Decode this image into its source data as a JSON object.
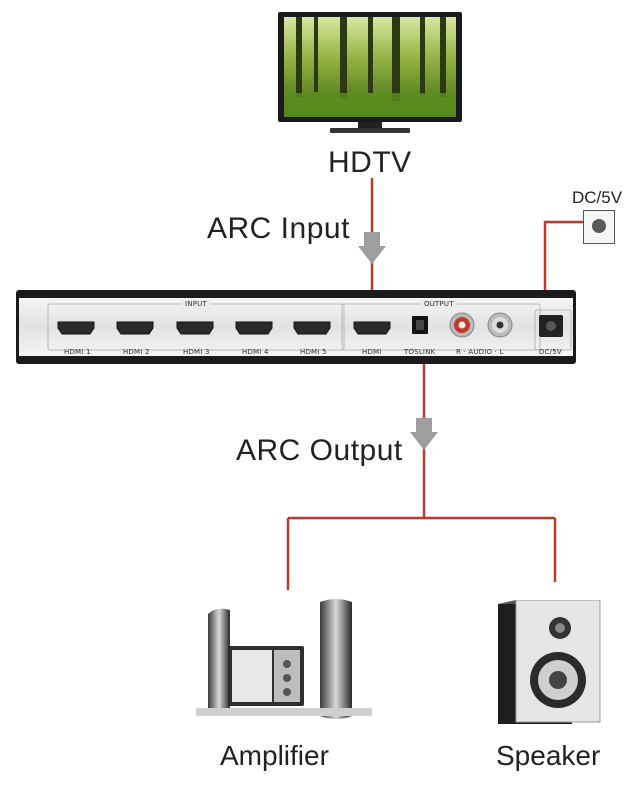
{
  "labels": {
    "hdtv": "HDTV",
    "arc_input": "ARC Input",
    "arc_output": "ARC Output",
    "dc_5v": "DC/5V",
    "amplifier": "Amplifier",
    "speaker": "Speaker"
  },
  "device": {
    "input_group": "INPUT",
    "output_group": "OUTPUT",
    "ports": [
      "HDMI 1",
      "HDMI 2",
      "HDMI 3",
      "HDMI 4",
      "HDMI 5"
    ],
    "out_hdmi": "HDMI",
    "toslink": "TOSLINK",
    "audio": "R · AUDIO · L",
    "dc": "DC/5V"
  },
  "colors": {
    "wire": "#c0392b",
    "arrow": "#9e9e9e"
  }
}
